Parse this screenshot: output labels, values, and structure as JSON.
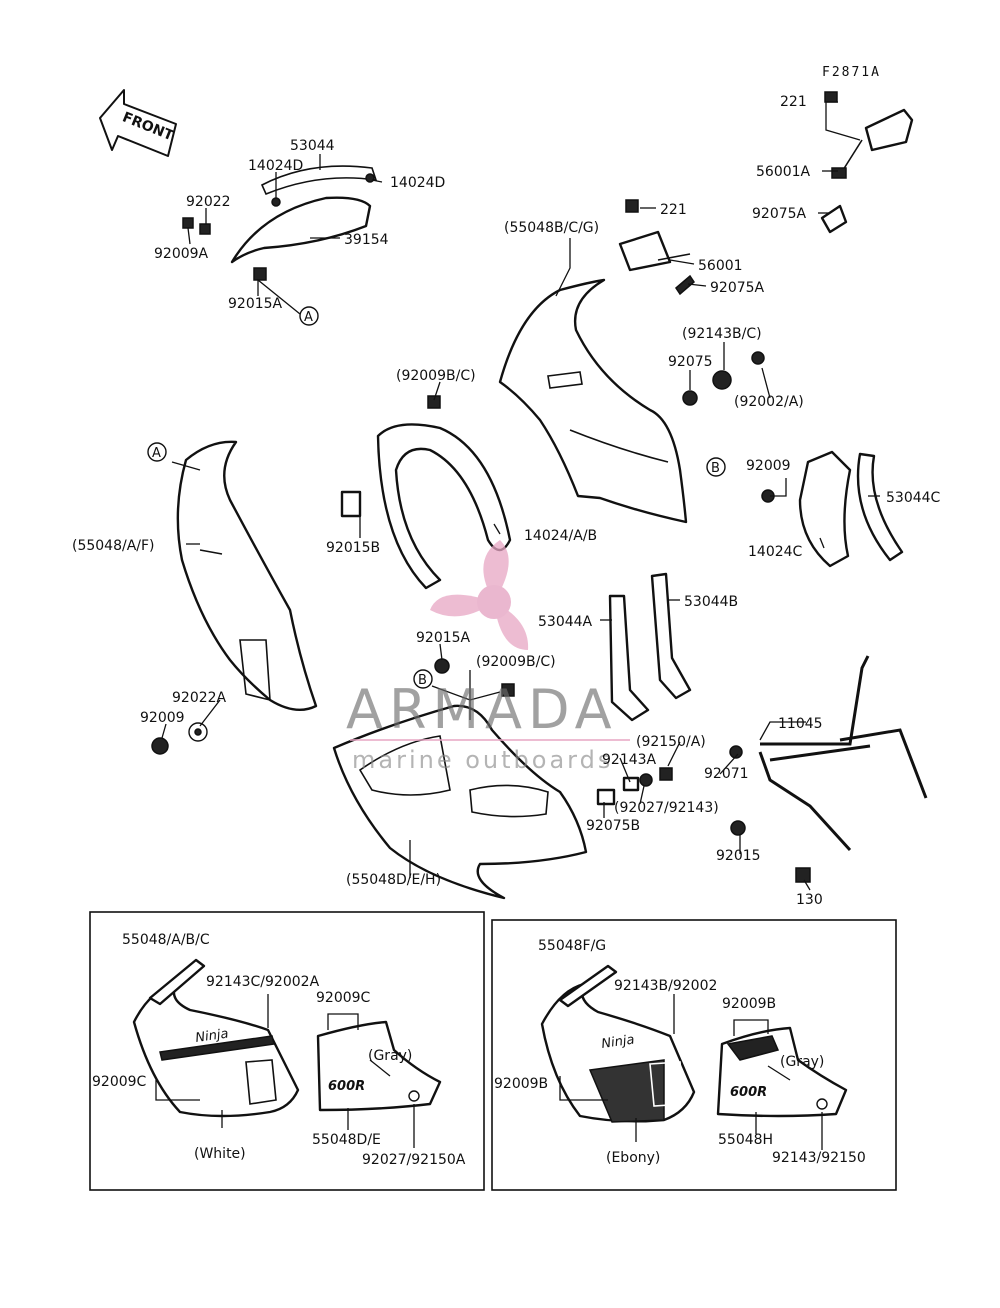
{
  "figure_code": "F2871A",
  "front_arrow_label": "FRONT",
  "callout_markers": {
    "A": "A",
    "B": "B"
  },
  "watermark": {
    "brand": "ARMADA",
    "tagline": "marine outboards",
    "color_primary": "#e8a6c4",
    "color_hub": "#e3a0bf"
  },
  "labels": {
    "l_221_top": "221",
    "l_56001A": "56001A",
    "l_92075A_top": "92075A",
    "l_53044": "53044",
    "l_14024D_a": "14024D",
    "l_14024D_b": "14024D",
    "l_92022": "92022",
    "l_92009A": "92009A",
    "l_39154": "39154",
    "l_92015A_a": "92015A",
    "l_221_mid": "221",
    "l_55048BCG": "(55048B/C/G)",
    "l_56001": "56001",
    "l_92075A_mid": "92075A",
    "l_92143BC": "(92143B/C)",
    "l_92075": "92075",
    "l_92002A": "(92002/A)",
    "l_92009BC_a": "(92009B/C)",
    "l_92009_r": "92009",
    "l_53044C": "53044C",
    "l_14024C": "14024C",
    "l_55048AF": "(55048/A/F)",
    "l_92015B": "92015B",
    "l_14024AB": "14024/A/B",
    "l_53044B": "53044B",
    "l_53044A": "53044A",
    "l_92015A_b": "92015A",
    "l_92009BC_b": "(92009B/C)",
    "l_92022A": "92022A",
    "l_92009_l": "92009",
    "l_11045": "11045",
    "l_92150A": "(92150/A)",
    "l_92143A": "92143A",
    "l_92071": "92071",
    "l_92027_92143": "(92027/92143)",
    "l_92075B": "92075B",
    "l_92015": "92015",
    "l_55048DEH": "(55048D/E/H)",
    "l_130": "130"
  },
  "inset_left": {
    "labels": {
      "main": "55048/A/B/C",
      "screw": "92143C/92002A",
      "bolts_top": "92009C",
      "bolts_side": "92009C",
      "gray": "(Gray)",
      "white": "(White)",
      "lower": "55048D/E",
      "fasteners": "92027/92150A"
    },
    "badge": "Ninja",
    "model": "600R"
  },
  "inset_right": {
    "labels": {
      "main": "55048F/G",
      "screw": "92143B/92002",
      "bolts_top": "92009B",
      "bolts_side": "92009B",
      "gray": "(Gray)",
      "ebony": "(Ebony)",
      "lower": "55048H",
      "fasteners": "92143/92150"
    },
    "badge": "Ninja",
    "model": "600R"
  }
}
